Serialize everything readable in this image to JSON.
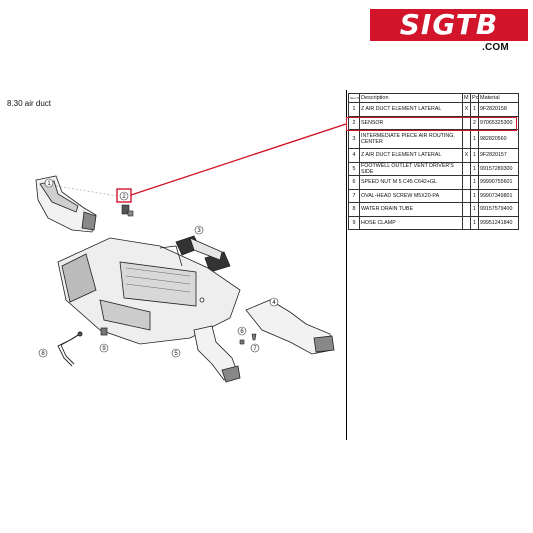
{
  "logo": {
    "main": "SIGTB",
    "sub": ".COM"
  },
  "section_title": "8.30  air duct",
  "table": {
    "headers": {
      "num": "Item No.",
      "description": "Description",
      "m": "M",
      "pc": "Pc",
      "material": "Material"
    },
    "rows": [
      {
        "num": "1",
        "description": "Z AIR DUCT ELEMENT LATERAL",
        "m": "X",
        "pc": "1",
        "material": "9F2820158"
      },
      {
        "num": "2",
        "description": "SENSOR",
        "m": "",
        "pc": "2",
        "material": "97065325300"
      },
      {
        "num": "3",
        "description": "INTERMEDIATE PIECE AIR ROUTING, CENTER",
        "m": "",
        "pc": "1",
        "material": "982820560"
      },
      {
        "num": "4",
        "description": "Z AIR DUCT ELEMENT LATERAL",
        "m": "X",
        "pc": "1",
        "material": "9F2820157"
      },
      {
        "num": "5",
        "description": "FOOTWELL OUTLET VENT DRIVER'S SIDE",
        "m": "",
        "pc": "1",
        "material": "99157289300"
      },
      {
        "num": "6",
        "description": "SPEED NUT M 5 C45 C642+GL",
        "m": "",
        "pc": "1",
        "material": "99990755601"
      },
      {
        "num": "7",
        "description": "OVAL-HEAD SCREW M5X20-PA",
        "m": "",
        "pc": "1",
        "material": "99907349801"
      },
      {
        "num": "8",
        "description": "WATER DRAIN TUBE",
        "m": "",
        "pc": "1",
        "material": "99157579400"
      },
      {
        "num": "9",
        "description": "HOSE CLAMP",
        "m": "",
        "pc": "1",
        "material": "99951241840"
      }
    ]
  },
  "callouts": [
    "1",
    "2",
    "3",
    "4",
    "5",
    "6",
    "7",
    "8",
    "9"
  ],
  "colors": {
    "accent": "#d3152b"
  }
}
